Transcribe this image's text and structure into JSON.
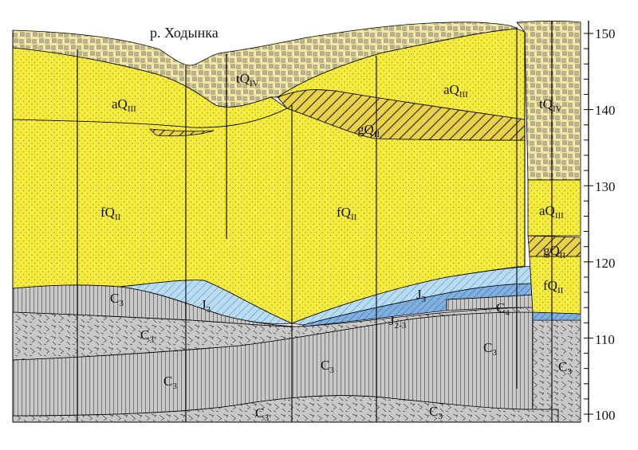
{
  "title": "р. Ходынка",
  "scale": {
    "unit_min": 100,
    "unit_max": 150,
    "ticks": [
      "150",
      "140",
      "130",
      "120",
      "110",
      "100"
    ]
  },
  "layers": [
    {
      "id": "tQIV-left",
      "base": "tQ",
      "sub": "IV"
    },
    {
      "id": "tQIV-right",
      "base": "tQ",
      "sub": "IV"
    },
    {
      "id": "aQIII-left",
      "base": "aQ",
      "sub": "III"
    },
    {
      "id": "aQIII-center",
      "base": "aQ",
      "sub": "III"
    },
    {
      "id": "aQIII-right",
      "base": "aQ",
      "sub": "III"
    },
    {
      "id": "gQII-center",
      "base": "gQ",
      "sub": "II"
    },
    {
      "id": "gQII-right",
      "base": "gQ",
      "sub": "II"
    },
    {
      "id": "fQII-left",
      "base": "fQ",
      "sub": "II"
    },
    {
      "id": "fQII-center",
      "base": "fQ",
      "sub": "II"
    },
    {
      "id": "fQII-right",
      "base": "fQ",
      "sub": "II"
    },
    {
      "id": "J3-left",
      "base": "J",
      "sub": "3"
    },
    {
      "id": "J3-right",
      "base": "J",
      "sub": "3"
    },
    {
      "id": "J23",
      "base": "J",
      "sub": "2-3"
    },
    {
      "id": "C3-a",
      "base": "C",
      "sub": "3"
    },
    {
      "id": "C3-b",
      "base": "C",
      "sub": "3"
    },
    {
      "id": "C3-c",
      "base": "C",
      "sub": "3"
    },
    {
      "id": "C3-d",
      "base": "C",
      "sub": "3"
    },
    {
      "id": "C3-e",
      "base": "C",
      "sub": "3"
    },
    {
      "id": "C3-f",
      "base": "C",
      "sub": "3"
    },
    {
      "id": "C3-g",
      "base": "C",
      "sub": "3"
    },
    {
      "id": "C4",
      "base": "C",
      "sub": "4"
    }
  ],
  "colors": {
    "sand": "#f5eb3c",
    "loam": "#f3e8a6",
    "moraine": "#e9d24a",
    "jurassic_light": "#b8dcf2",
    "jurassic_dark": "#7fb0e0",
    "carbon": "#c8c8c8",
    "line": "#000000"
  }
}
